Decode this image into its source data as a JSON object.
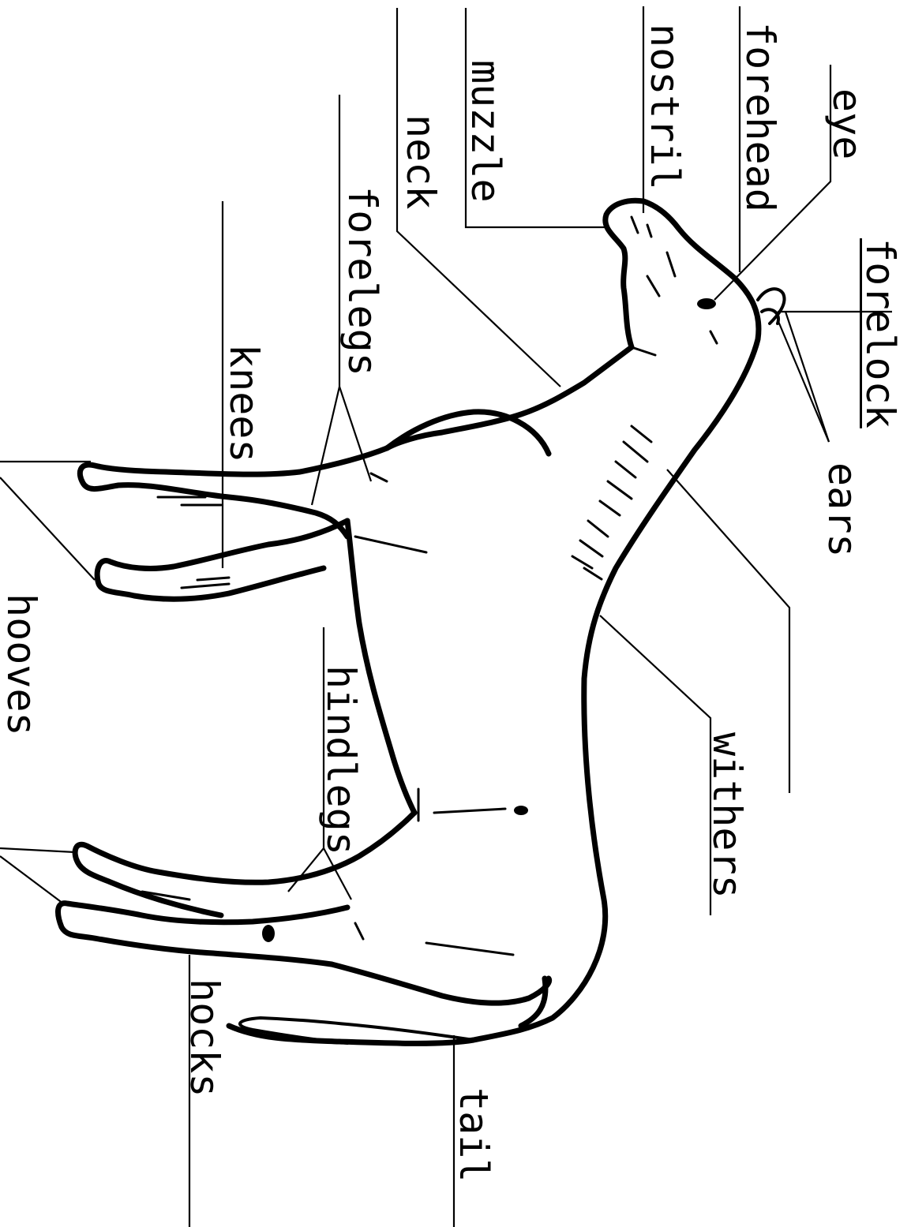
{
  "diagram": {
    "labels": {
      "eye": "eye",
      "forehead": "forehead",
      "nostril": "nostril",
      "muzzle": "muzzle",
      "neck": "neck",
      "forelegs": "forelegs",
      "knees": "knees",
      "forelock": "forelock",
      "ears": "ears",
      "withers": "withers",
      "hindlegs": "hindlegs",
      "hooves": "hooves",
      "hocks": "hocks",
      "tail": "tail"
    },
    "stroke_color": "#000000",
    "background_color": "#ffffff"
  }
}
